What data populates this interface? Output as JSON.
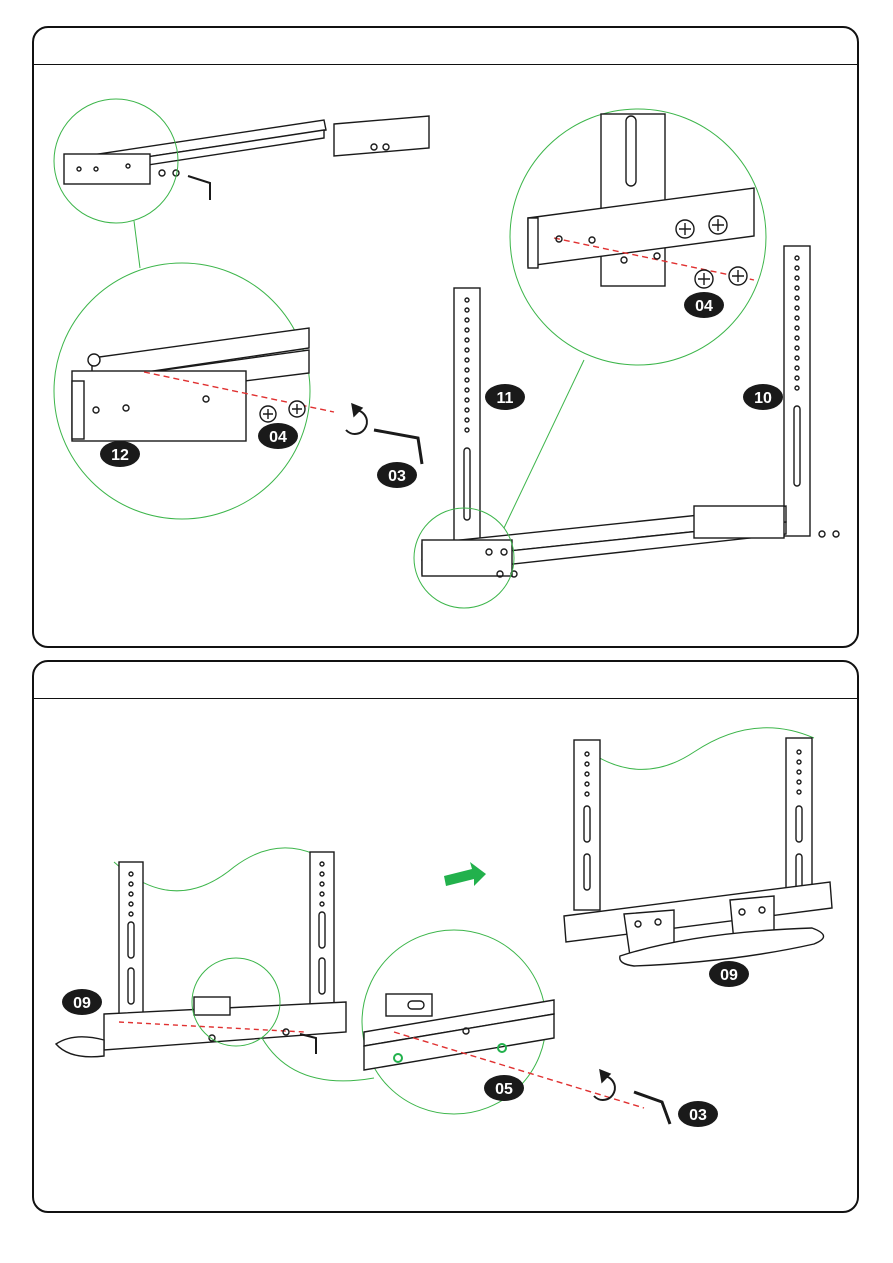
{
  "colors": {
    "line": "#1a1a1a",
    "callout": "#3cb54a",
    "badge": "#1a1a1a",
    "guide": "#e03030",
    "arrow_green": "#22b14c"
  },
  "step1": {
    "labels": {
      "rail_bracket": "12",
      "screw_a": "04",
      "screw_b": "04",
      "allen_key": "03",
      "left_upright": "11",
      "right_upright": "10"
    }
  },
  "step2": {
    "labels": {
      "soundbar_bracket": "09",
      "soundbar_result": "09",
      "screw": "05",
      "allen_key": "03"
    }
  },
  "icons": [
    "rotate-arrow-icon",
    "allen-key-icon",
    "screw-icon",
    "next-arrow-icon"
  ]
}
